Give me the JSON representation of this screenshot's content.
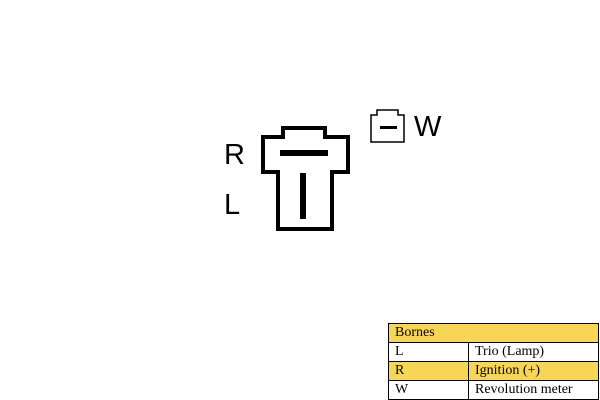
{
  "diagram": {
    "labels": {
      "R": "R",
      "L": "L",
      "W": "W"
    }
  },
  "table": {
    "header": "Bornes",
    "rows": [
      {
        "terminal": "L",
        "function": "Trio (Lamp)",
        "highlight": false
      },
      {
        "terminal": "R",
        "function": "Ignition (+)",
        "highlight": true
      },
      {
        "terminal": "W",
        "function": "Revolution meter",
        "highlight": false
      }
    ],
    "highlight_color": "#f7d654"
  }
}
